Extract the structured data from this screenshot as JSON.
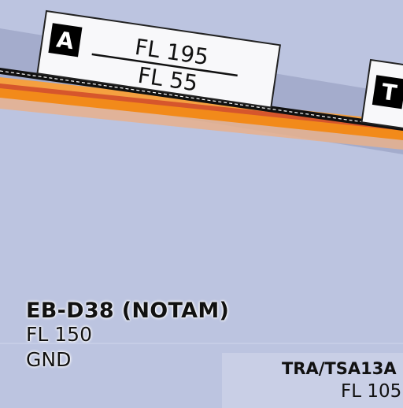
{
  "airway_box": {
    "class_letter": "A",
    "upper_limit": "FL 195",
    "lower_limit": "FL 55"
  },
  "edge_box": {
    "class_letter_partial": "T"
  },
  "restricted_area": {
    "name": "EB-D38 (NOTAM)",
    "upper_limit": "FL 150",
    "lower_limit": "GND"
  },
  "tra_area": {
    "name": "TRA/TSA13A",
    "upper_limit": "FL 105"
  },
  "colors": {
    "background": "#bcc4e0",
    "band_gray": "#9ba3c4",
    "band_orange": "#f08a1c",
    "band_salmon": "#e8a070",
    "band_red": "#d4552a",
    "route_line": "#111111",
    "box_fill": "#f8f8fa",
    "badge_fill": "#000000"
  }
}
